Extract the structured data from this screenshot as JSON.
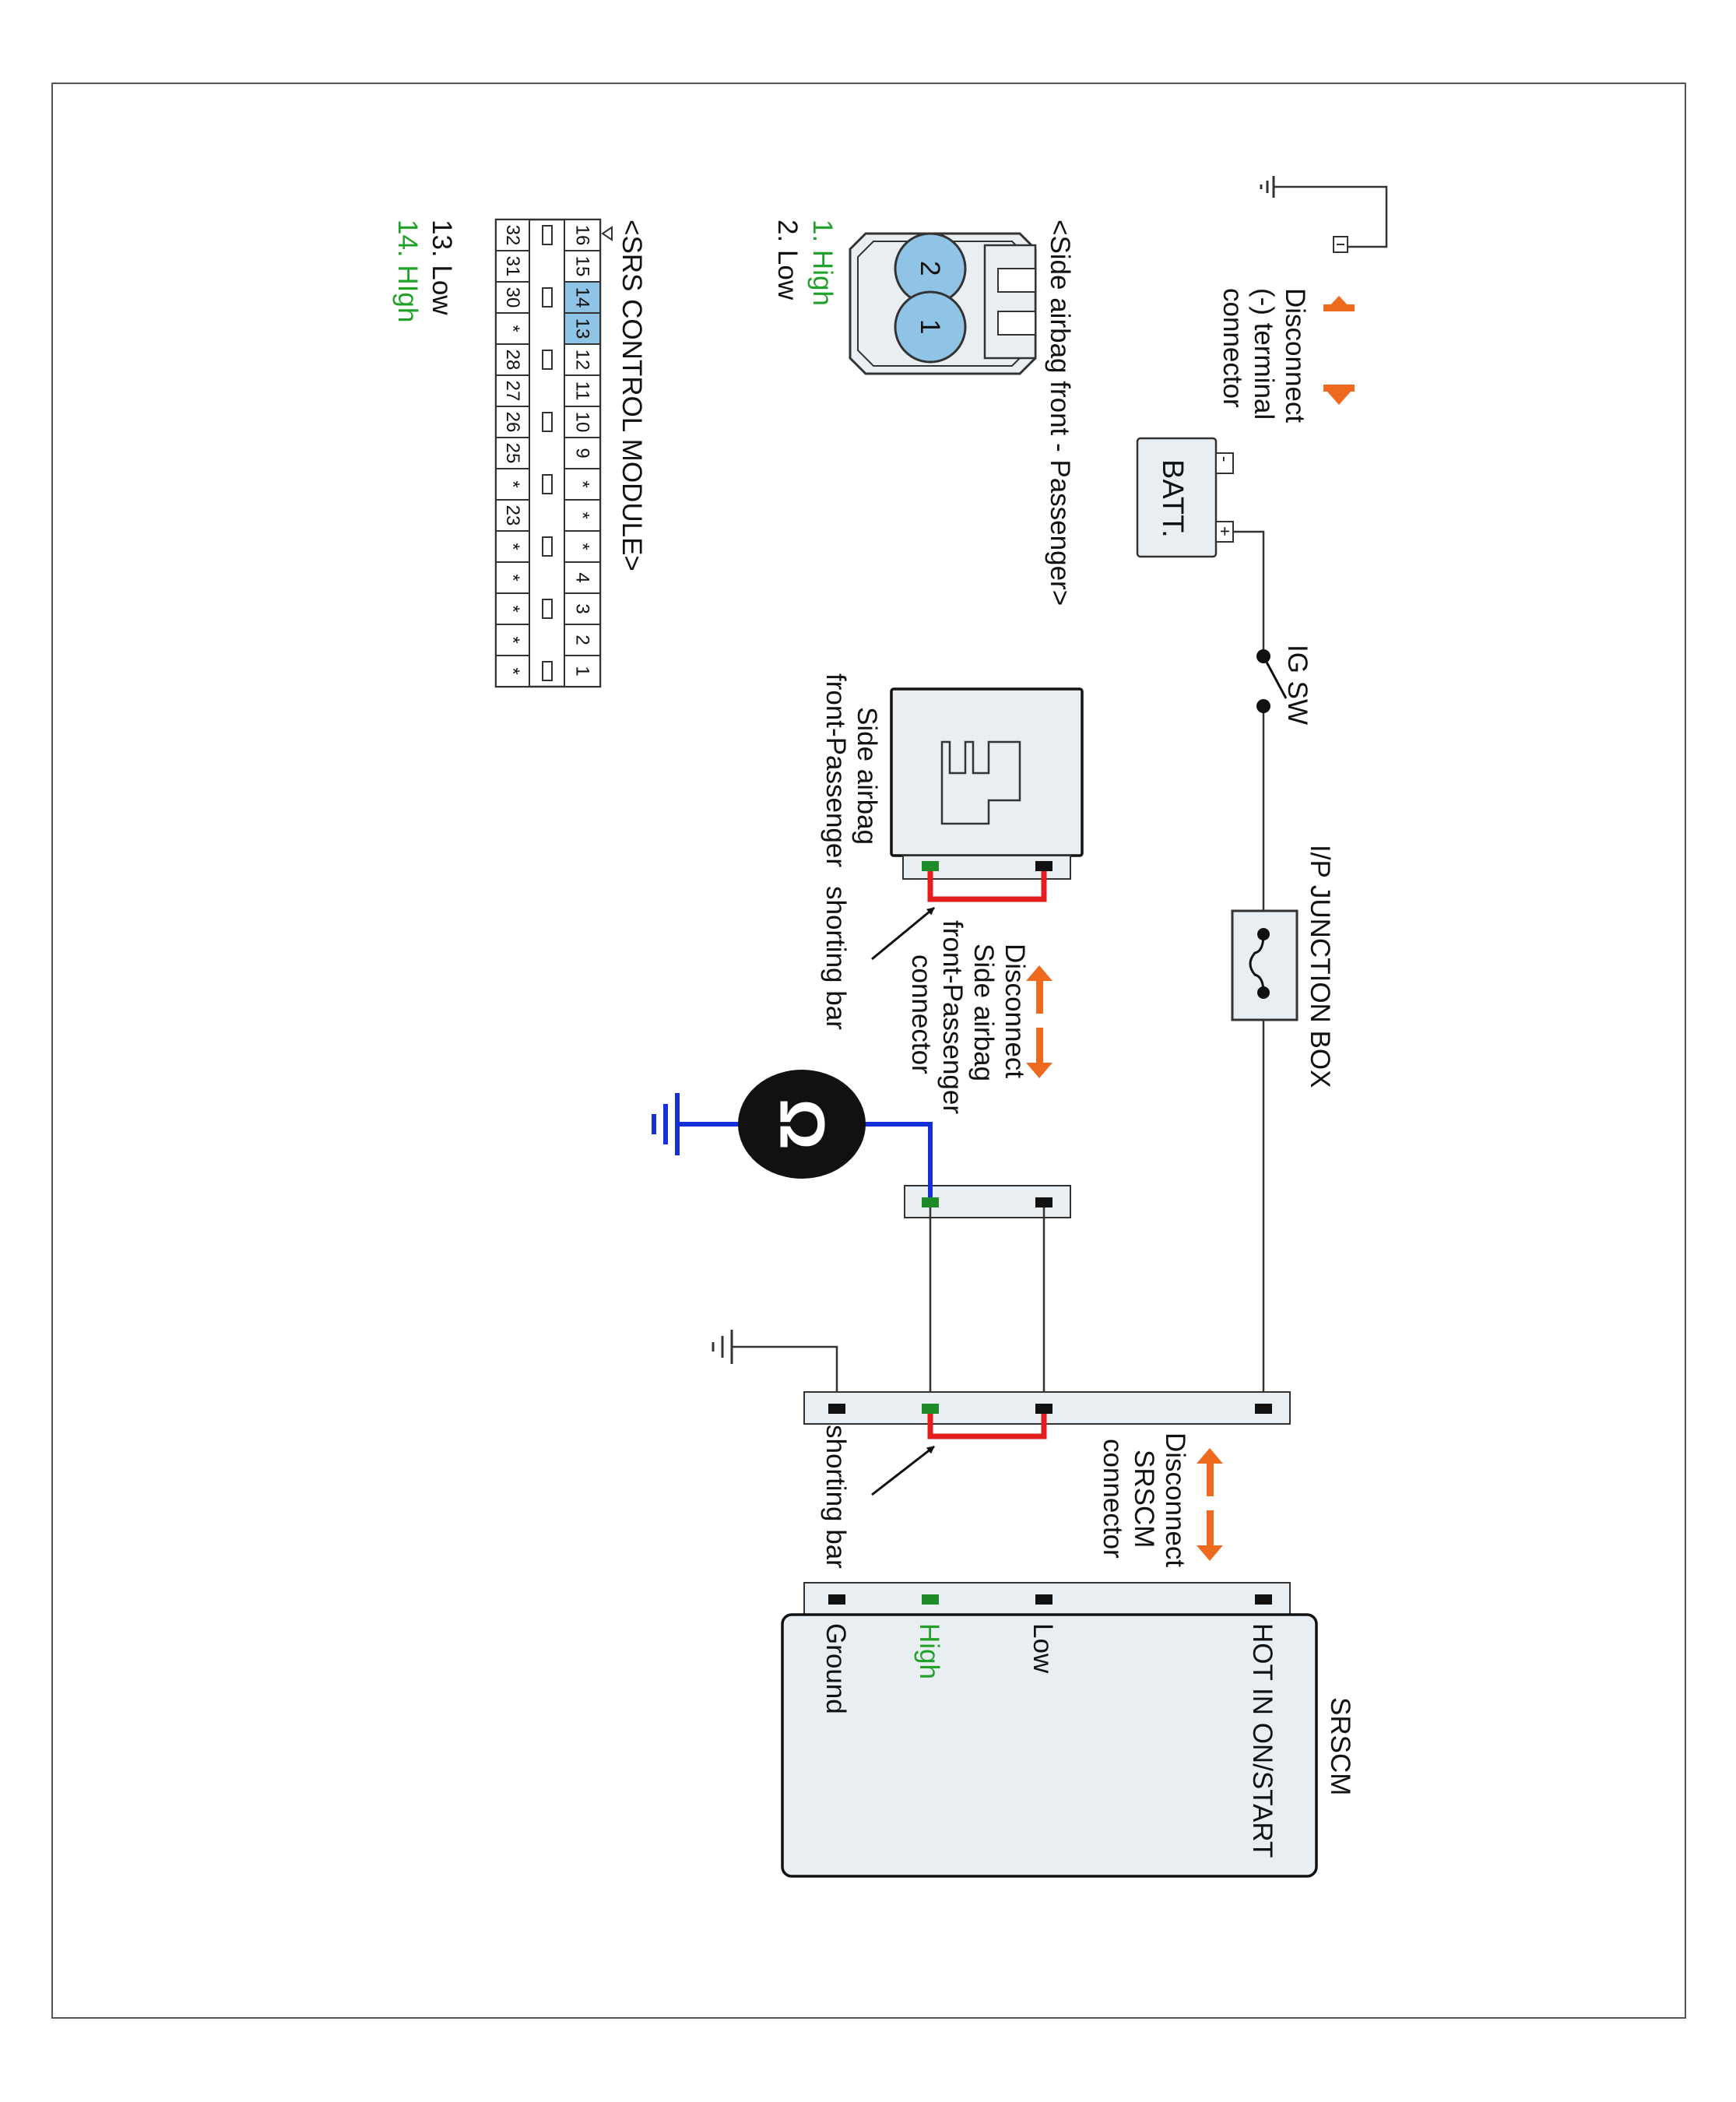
{
  "colors": {
    "high_wire": "#e41d1d",
    "shorting_bar": "#e41d1d",
    "ground_test_wire": "#1530d8",
    "arrow": "#ee6a1f",
    "high_pin": "#1e8a2a",
    "connector_fill": "#e9eef2",
    "connector_pin_highlight": "#8fc4e6"
  },
  "icons": [
    "ground-icon",
    "ohmmeter-icon",
    "fuse-icon",
    "switch-icon",
    "battery-icon",
    "disconnect-arrow-icon"
  ],
  "battery": {
    "label": "BATT.",
    "minus": "-",
    "plus": "+",
    "disconnect_label": [
      "Disconnect",
      "(-) terminal",
      "connector"
    ]
  },
  "ig_switch": {
    "label": "IG SW"
  },
  "junction_box": {
    "label": "I/P JUNCTION BOX"
  },
  "side_airbag": {
    "label": [
      "Side airbag",
      "front-Passenger"
    ],
    "shorting_bar_label": "shorting bar",
    "disconnect_label": [
      "Disconnect",
      "Side airbag",
      "front-Passenger",
      "connector"
    ]
  },
  "ohmmeter": {
    "symbol": "Ω"
  },
  "srscm_connector": {
    "disconnect_label": [
      "Disconnect",
      "SRSCM",
      "connector"
    ],
    "shorting_bar_label": "shorting bar"
  },
  "srscm": {
    "title": "SRSCM",
    "terminals": [
      "HOT IN ON/START",
      "Low",
      "High",
      "Ground"
    ]
  },
  "side_airbag_connector": {
    "title": "<Side airbag front - Passenger>",
    "pins": [
      "2",
      "1"
    ],
    "pin_legend": [
      "1. High",
      "2. Low"
    ]
  },
  "srs_module_connector": {
    "title": "<SRS CONTROL MODULE>",
    "row_top": [
      "16",
      "15",
      "14",
      "13",
      "12",
      "11",
      "10",
      "9",
      "*",
      "*",
      "*",
      "4",
      "3",
      "2",
      "1"
    ],
    "row_bottom": [
      "32",
      "31",
      "30",
      "*",
      "28",
      "27",
      "26",
      "25",
      "*",
      "23",
      "*",
      "*",
      "*",
      "*",
      "*"
    ],
    "highlighted": [
      "14",
      "13"
    ],
    "pin_legend": [
      "13. Low",
      "14. HIgh"
    ]
  }
}
